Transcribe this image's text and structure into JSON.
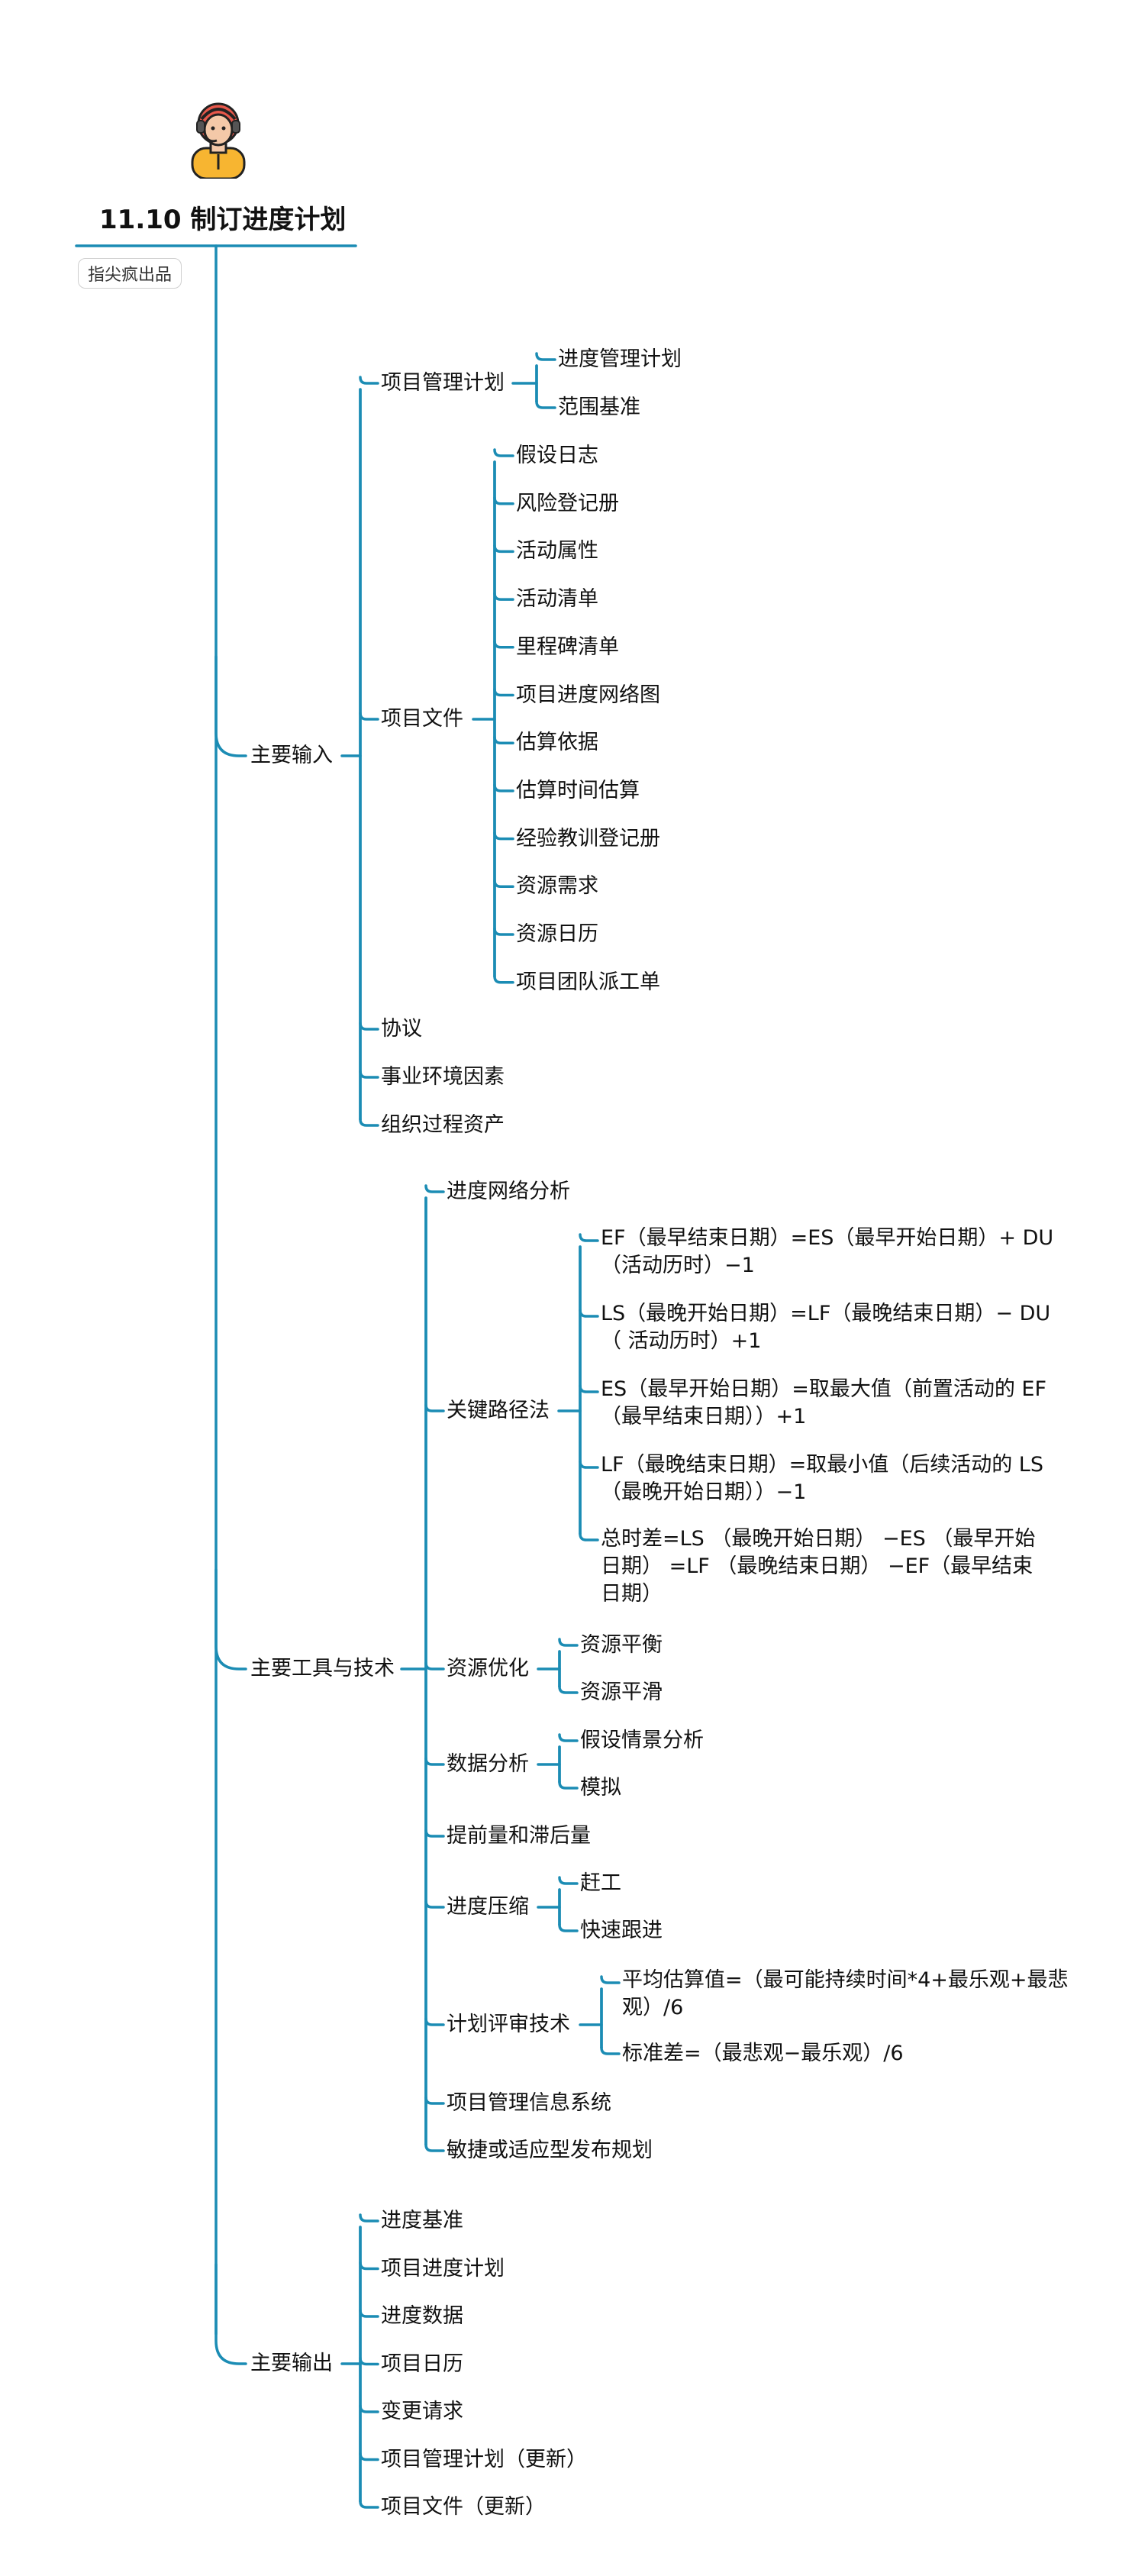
{
  "title": "11.10 制订进度计划",
  "badge": "指尖疯出品",
  "accent": "#1b8cb4",
  "branches": [
    {
      "label": "主要输入",
      "children": [
        {
          "label": "项目管理计划",
          "children": [
            "进度管理计划",
            "范围基准"
          ]
        },
        {
          "label": "项目文件",
          "children": [
            "假设日志",
            "风险登记册",
            "活动属性",
            "活动清单",
            "里程碑清单",
            "项目进度网络图",
            "估算依据",
            "估算时间估算",
            "经验教训登记册",
            "资源需求",
            "资源日历",
            "项目团队派工单"
          ]
        },
        {
          "label": "协议"
        },
        {
          "label": "事业环境因素"
        },
        {
          "label": "组织过程资产"
        }
      ]
    },
    {
      "label": "主要工具与技术",
      "children": [
        {
          "label": "进度网络分析"
        },
        {
          "label": "关键路径法",
          "children": [
            "EF（最早结束日期）=ES（最早开始日期）+ DU（活动历时）−1",
            "LS（最晚开始日期）=LF（最晚结束日期）− DU（ 活动历时）+1",
            "ES（最早开始日期）=取最大值（前置活动的 EF（最早结束日期））+1",
            "LF（最晚结束日期）=取最小值（后续活动的 LS（最晚开始日期））−1",
            "总时差=LS （最晚开始日期） −ES （最早开始 日期） =LF （最晚结束日期） −EF（最早结束 日期）"
          ]
        },
        {
          "label": "资源优化",
          "children": [
            "资源平衡",
            "资源平滑"
          ]
        },
        {
          "label": "数据分析",
          "children": [
            "假设情景分析",
            "模拟"
          ]
        },
        {
          "label": "提前量和滞后量"
        },
        {
          "label": "进度压缩",
          "children": [
            "赶工",
            "快速跟进"
          ]
        },
        {
          "label": "计划评审技术",
          "children": [
            "平均估算值=（最可能持续时间*4+最乐观+最悲 观）/6",
            "标准差=（最悲观−最乐观）/6"
          ]
        },
        {
          "label": "项目管理信息系统"
        },
        {
          "label": "敏捷或适应型发布规划"
        }
      ]
    },
    {
      "label": "主要输出",
      "children": [
        {
          "label": "进度基准"
        },
        {
          "label": "项目进度计划"
        },
        {
          "label": "进度数据"
        },
        {
          "label": "项目日历"
        },
        {
          "label": "变更请求"
        },
        {
          "label": "项目管理计划（更新）"
        },
        {
          "label": "项目文件（更新）"
        }
      ]
    }
  ]
}
